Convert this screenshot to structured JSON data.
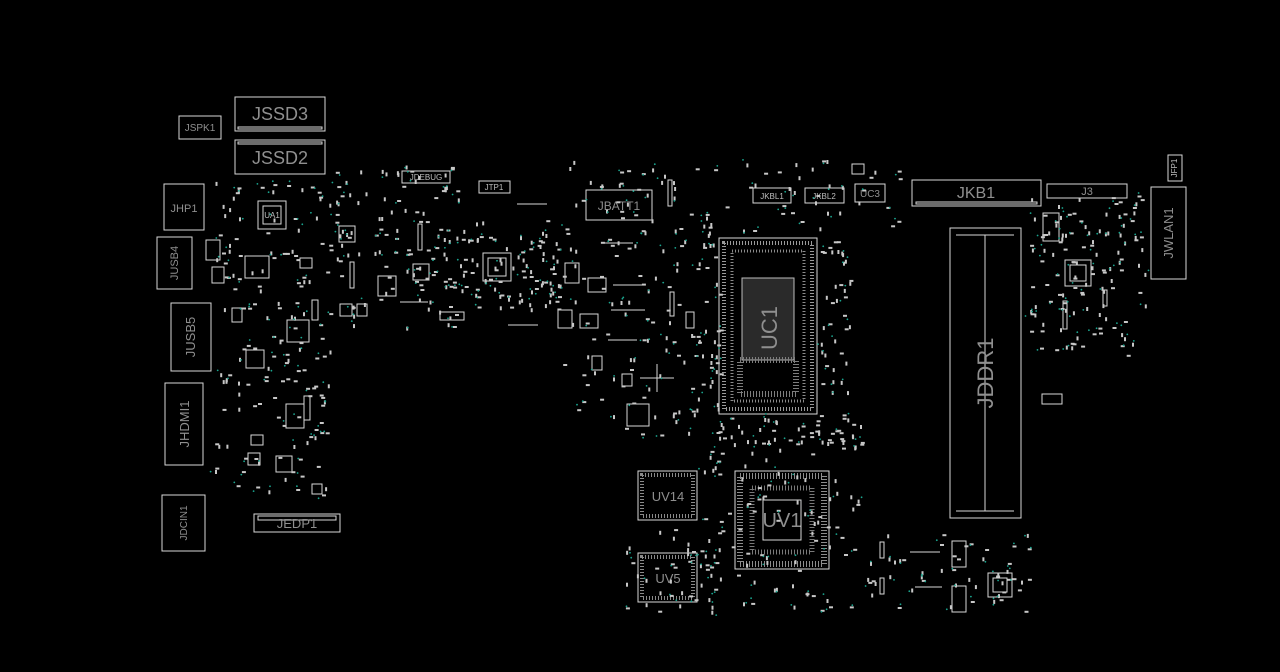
{
  "view": {
    "background": "#000000",
    "outline_color": "#d8d8d8",
    "label_color": "#8f8f8f",
    "via_color": "#1aa58f"
  },
  "components": {
    "jspk1": "JSPK1",
    "jssd3": "JSSD3",
    "jssd2": "JSSD2",
    "jhp1": "JHP1",
    "jusb4": "JUSB4",
    "jusb5": "JUSB5",
    "jhdmi1": "JHDMI1",
    "jdcin1": "JDCIN1",
    "jedp1": "JEDP1",
    "ua1": "UA1",
    "jdebug": "JDEBUG",
    "jtp1": "JTP1",
    "jbatt1": "JBATT1",
    "jkbl1": "JKBL1",
    "jkbl2": "JKBL2",
    "uc3": "UC3",
    "jkb1": "JKB1",
    "j3": "J3",
    "jwlan1": "JWLAN1",
    "jfp1": "JFP1",
    "uc1": "UC1",
    "jddr1": "JDDR1",
    "uv14": "UV14",
    "uv1": "UV1",
    "uv5": "UV5"
  }
}
